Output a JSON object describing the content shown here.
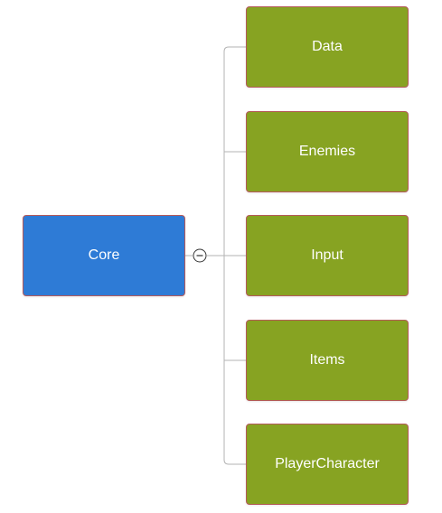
{
  "diagram": {
    "root": {
      "label": "Core",
      "color": "#2e7bd6"
    },
    "children": [
      {
        "label": "Data"
      },
      {
        "label": "Enemies"
      },
      {
        "label": "Input"
      },
      {
        "label": "Items"
      },
      {
        "label": "PlayerCharacter"
      }
    ],
    "child_color": "#87a322",
    "border_color": "#b55a5a",
    "connector_color": "#b3b3b3",
    "toggle_icon": "collapse-minus-icon"
  }
}
